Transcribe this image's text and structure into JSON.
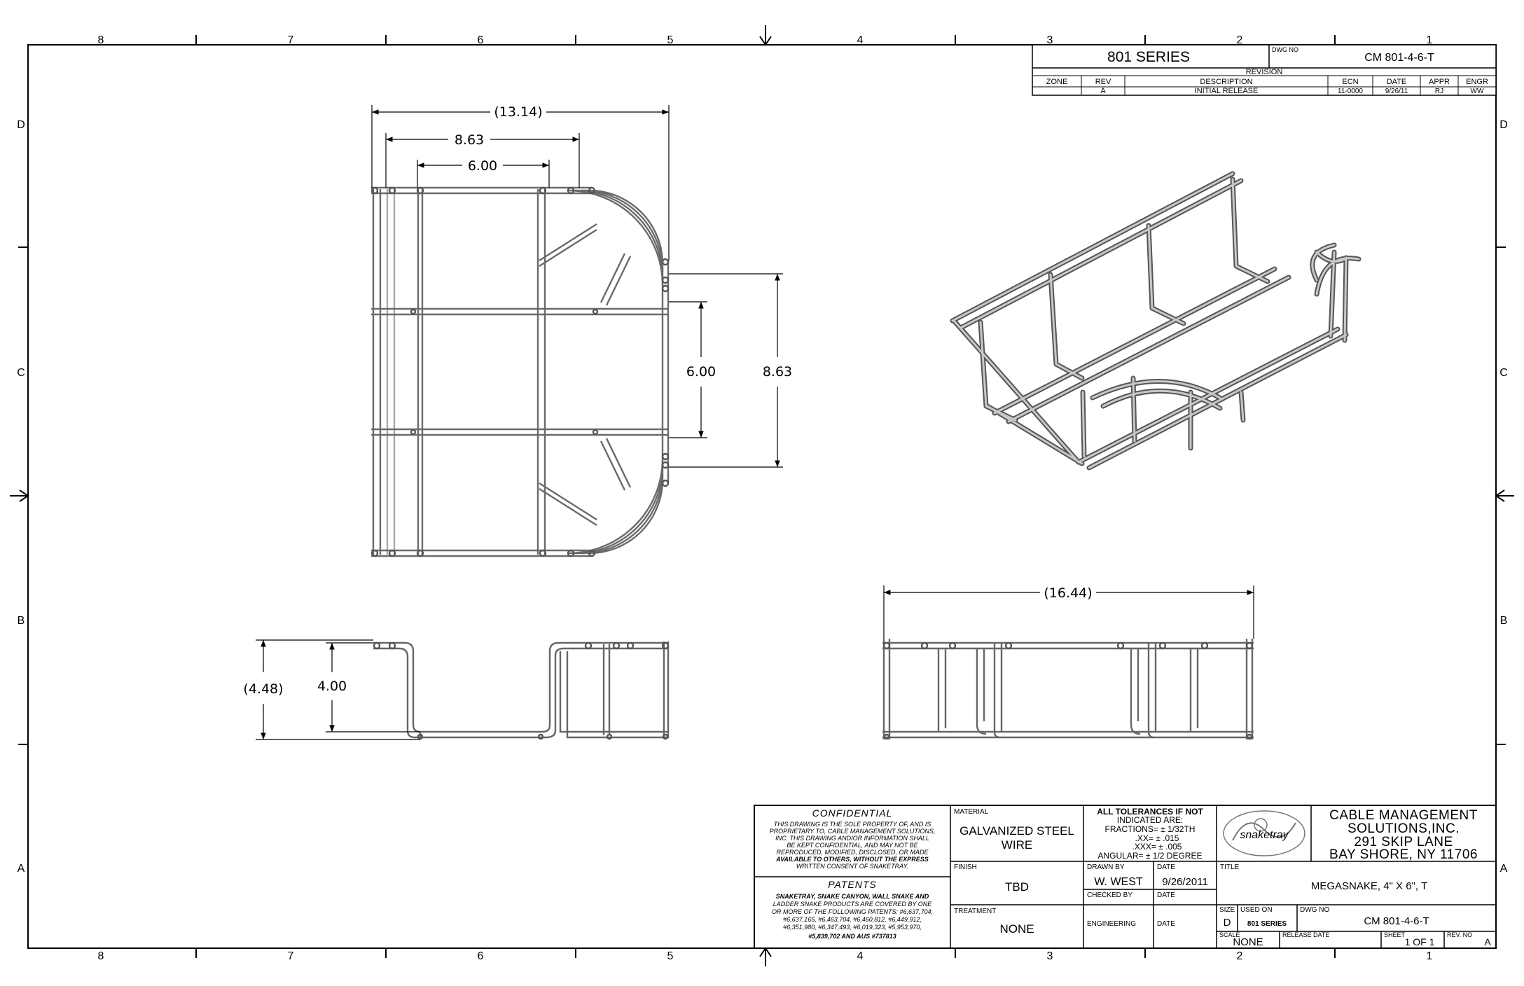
{
  "border": {
    "cols_top": [
      "8",
      "7",
      "6",
      "5",
      "4",
      "3",
      "2",
      "1"
    ],
    "cols_bottom": [
      "8",
      "7",
      "6",
      "5",
      "4",
      "3",
      "2",
      "1"
    ],
    "rows": [
      "D",
      "C",
      "B",
      "A"
    ]
  },
  "revision_block": {
    "series": "801 SERIES",
    "dwg_no_label": "DWG NO",
    "dwg_no": "CM 801-4-6-T",
    "title": "REVISION",
    "headers": [
      "ZONE",
      "REV",
      "DESCRIPTION",
      "ECN",
      "DATE",
      "APPR",
      "ENGR"
    ],
    "row": [
      "",
      "A",
      "INITIAL RELEASE",
      "11-0000",
      "9/26/11",
      "RJ",
      "WW"
    ]
  },
  "dimensions": {
    "overall_width": "(13.14)",
    "outer_width": "8.63",
    "inner_width": "6.00",
    "branch_inner": "6.00",
    "branch_outer": "8.63",
    "side_overall_height": "(4.48)",
    "side_height": "4.00",
    "front_length": "(16.44)"
  },
  "title_block": {
    "confidential_title": "CONFIDENTIAL",
    "confidential_lines": [
      "THIS DRAWING IS THE SOLE PROPERTY OF, AND IS",
      "PROPRIETARY TO, CABLE MANAGEMENT SOLUTIONS,",
      "INC. THIS DRAWING AND/OR INFORMATION SHALL",
      "BE KEPT CONFIDENTIAL, AND MAY NOT BE",
      "REPRODUCED, MODIFIED, DISCLOSED, OR MADE",
      "AVAILABLE TO OTHERS, WITHOUT THE EXPRESS",
      "WRITTEN CONSENT OF SNAKETRAY."
    ],
    "patents_title": "PATENTS",
    "patents_lines": [
      "SNAKETRAY, SNAKE CANYON, WALL SNAKE AND",
      "LADDER SNAKE PRODUCTS ARE COVERED BY ONE",
      "OR MORE OF THE FOLLOWING PATENTS: #6,637,704,",
      "#6,637,165, #6,463,704, #6,460,812, #6,449,912,",
      "#6,351,980, #6,347,493, #6,019,323, #5,953,970,",
      "#5,839,702 AND AUS #737813"
    ],
    "material_label": "MATERIAL",
    "material_lines": [
      "GALVANIZED STEEL",
      "WIRE"
    ],
    "finish_label": "FINISH",
    "finish": "TBD",
    "treatment_label": "TREATMENT",
    "treatment": "NONE",
    "tolerance_lines": [
      "ALL TOLERANCES IF NOT",
      "INDICATED ARE:",
      "FRACTIONS= ± 1/32TH",
      ".XX= ± .015",
      ".XXX= ± .005",
      "ANGULAR= ± 1/2 DEGREE"
    ],
    "drawn_by_label": "DRAWN BY",
    "drawn_by": "W. WEST",
    "date_label": "DATE",
    "drawn_date": "9/26/2011",
    "checked_by_label": "CHECKED BY",
    "engineering_label": "ENGINEERING",
    "logo_text": "snaketray",
    "company_lines": [
      "CABLE MANAGEMENT",
      "SOLUTIONS,INC.",
      "291 SKIP LANE",
      "BAY SHORE, NY 11706"
    ],
    "title_label": "TITLE",
    "title": "MEGASNAKE, 4\" X 6\", T",
    "size_label": "SIZE",
    "size": "D",
    "used_on_label": "USED ON",
    "used_on": "801 SERIES",
    "dwg_no_label": "DWG NO",
    "dwg_no": "CM 801-4-6-T",
    "scale_label": "SCALE",
    "scale": "NONE",
    "release_date_label": "RELEASE DATE",
    "sheet_label": "SHEET",
    "sheet": "1 OF 1",
    "rev_no_label": "REV. NO",
    "rev_no": "A"
  },
  "colors": {
    "ink": "#000000",
    "wire": "#9a9a9a",
    "paper": "#ffffff"
  }
}
